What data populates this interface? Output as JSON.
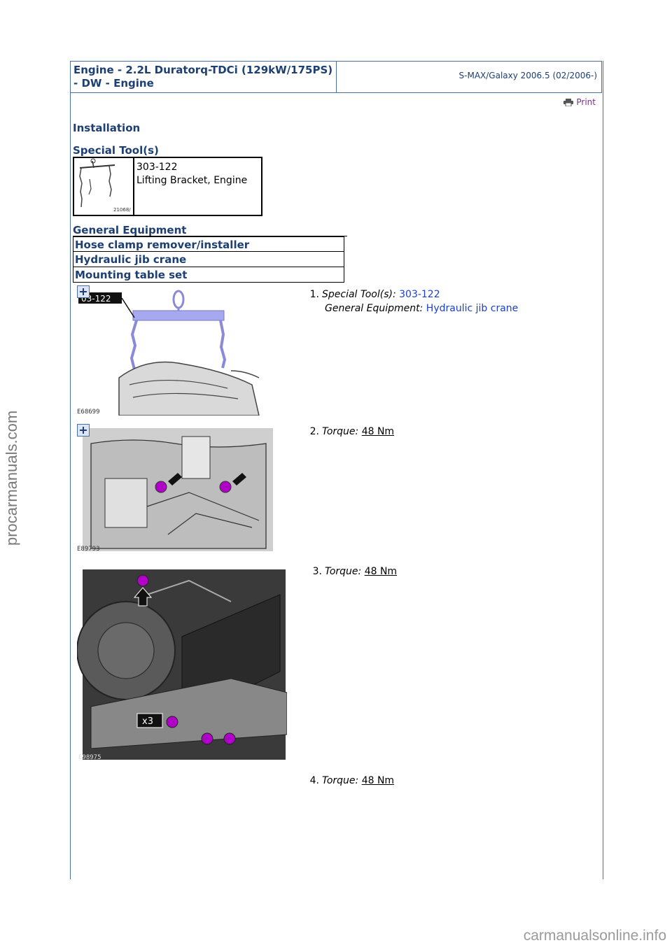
{
  "header": {
    "title": "Engine - 2.2L Duratorq-TDCi (129kW/175PS) - DW - Engine",
    "model": "S-MAX/Galaxy 2006.5 (02/2006-)"
  },
  "print_label": "Print",
  "section_title": "Installation",
  "special_tools_heading": "Special Tool(s)",
  "special_tool": {
    "number": "303-122",
    "name": "Lifting Bracket, Engine",
    "image_code": "21068/"
  },
  "general_equipment_heading": "General Equipment",
  "general_equipment": [
    "Hose clamp remover/installer",
    "Hydraulic jib crane",
    "Mounting table set"
  ],
  "steps": [
    {
      "num": "1.",
      "line1_label": "Special Tool(s):",
      "line1_value": "303-122",
      "line2_label": "General Equipment:",
      "line2_value": "Hydraulic jib crane",
      "image_code": "E68699",
      "image_tag": "03-122"
    },
    {
      "num": "2.",
      "label": "Torque:",
      "value": "48 Nm",
      "image_code": "E89793"
    },
    {
      "num": "3.",
      "label": "Torque:",
      "value": "48 Nm",
      "image_code": "E98975",
      "image_tag": "x3"
    },
    {
      "num": "4.",
      "label": "Torque:",
      "value": "48 Nm"
    }
  ],
  "watermarks": {
    "side": "procarmanuals.com",
    "bottom": "carmanualsonline.info"
  },
  "colors": {
    "heading": "#1d3f72",
    "link": "#1a3fd0",
    "border": "#4a6fa5",
    "bolt": "#b000c8"
  }
}
